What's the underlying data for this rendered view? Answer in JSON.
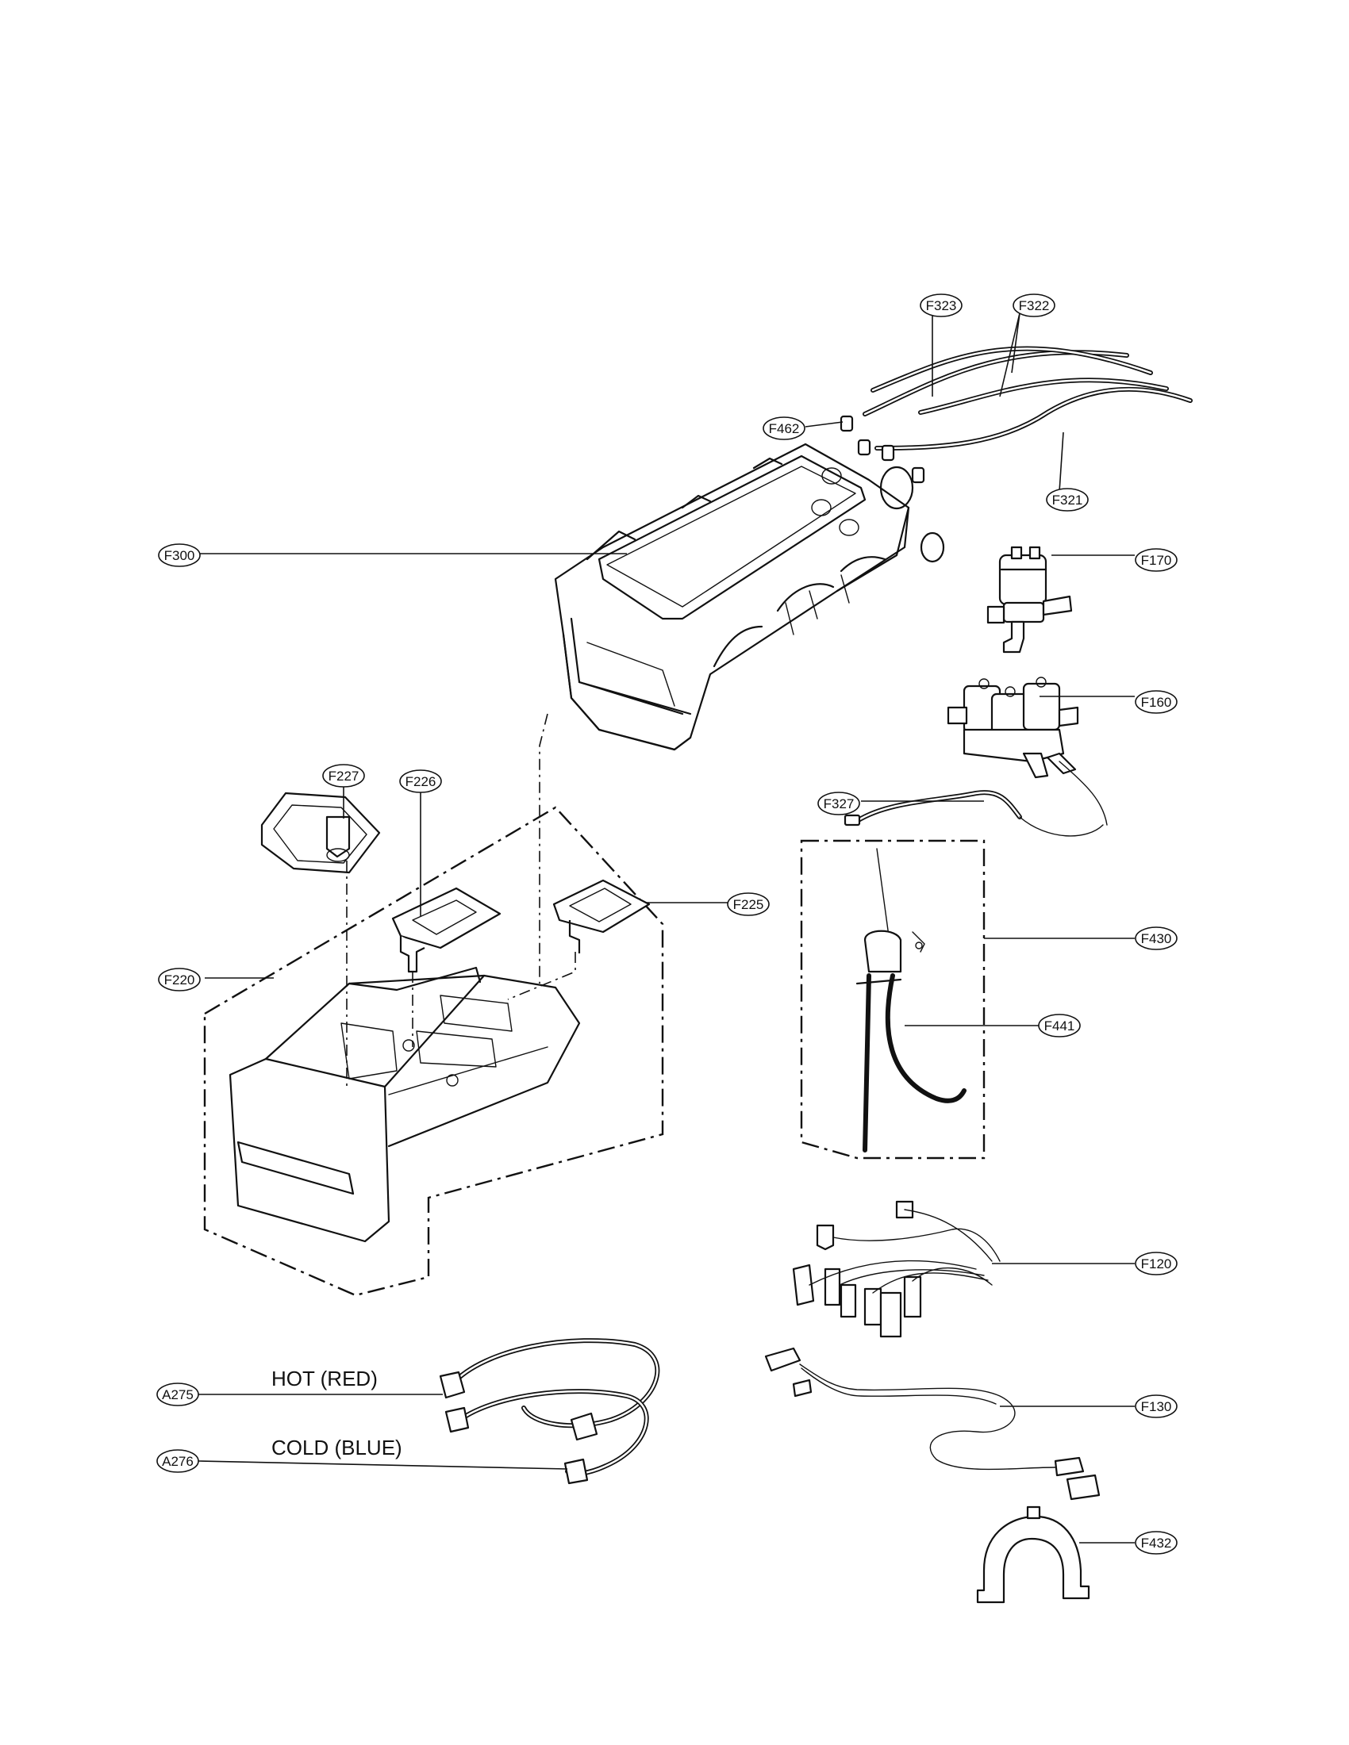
{
  "callouts": {
    "F323": "F323",
    "F322": "F322",
    "F462": "F462",
    "F321": "F321",
    "F300": "F300",
    "F170": "F170",
    "F160": "F160",
    "F327": "F327",
    "F227": "F227",
    "F226": "F226",
    "F225": "F225",
    "F220": "F220",
    "F430": "F430",
    "F441": "F441",
    "F120": "F120",
    "F130": "F130",
    "A275": "A275",
    "A276": "A276",
    "F432": "F432"
  },
  "captions": {
    "hot": "HOT (RED)",
    "cold": "COLD (BLUE)"
  }
}
